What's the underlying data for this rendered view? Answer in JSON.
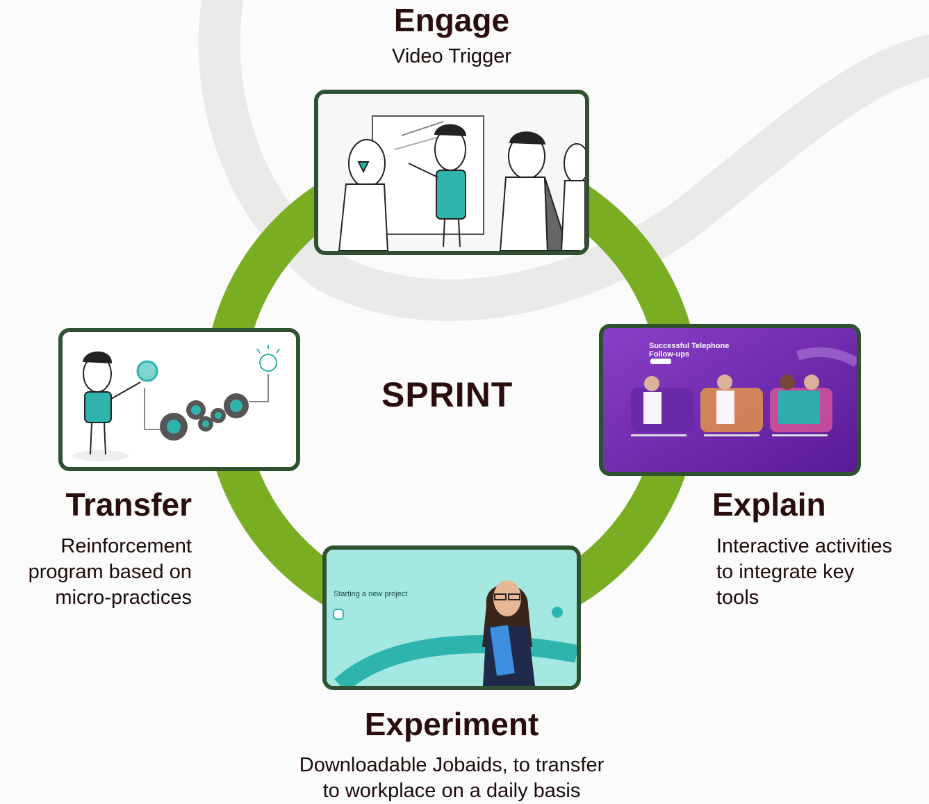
{
  "center": {
    "title": "SPRINT"
  },
  "stages": {
    "engage": {
      "title": "Engage",
      "subtitle": "Video Trigger"
    },
    "explain": {
      "title": "Explain",
      "lines": [
        "Interactive activities",
        "to integrate key",
        "tools"
      ]
    },
    "experiment": {
      "title": "Experiment",
      "lines": [
        "Downloadable Jobaids, to transfer",
        "to workplace on a daily basis"
      ]
    },
    "transfer": {
      "title": "Transfer",
      "lines": [
        "Reinforcement",
        "program based on",
        "micro-practices"
      ]
    }
  },
  "cards": {
    "explain": {
      "title_lines": [
        "Successful Telephone",
        "Follow-ups"
      ]
    },
    "experiment": {
      "title": "Starting a new project"
    }
  },
  "colors": {
    "ring": "#79ad22",
    "card_border": "#2f5130",
    "swoosh": "#e9e9e7",
    "explain_bg": "#7c2fb8",
    "experiment_bg": "#a3e8e1",
    "teal": "#2fb3ad"
  }
}
